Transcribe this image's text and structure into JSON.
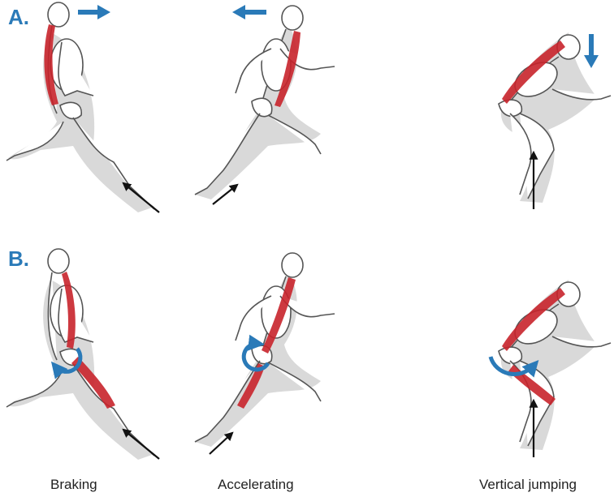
{
  "panels": [
    {
      "label": "A."
    },
    {
      "label": "B."
    }
  ],
  "captions": [
    "Braking",
    "Accelerating",
    "Vertical jumping"
  ],
  "colors": {
    "panel_label": "#2a7ab8",
    "arrow_blue": "#2a7ab8",
    "force_arrow": "#111111",
    "muscle": "#c8242b",
    "bone": "#ffffff",
    "bone_outline": "#555555",
    "shadow": "#d9d9d9"
  },
  "icons": [
    "skeleton-figure",
    "movement-arrow",
    "rotation-arrow",
    "ground-reaction-force-arrow"
  ]
}
